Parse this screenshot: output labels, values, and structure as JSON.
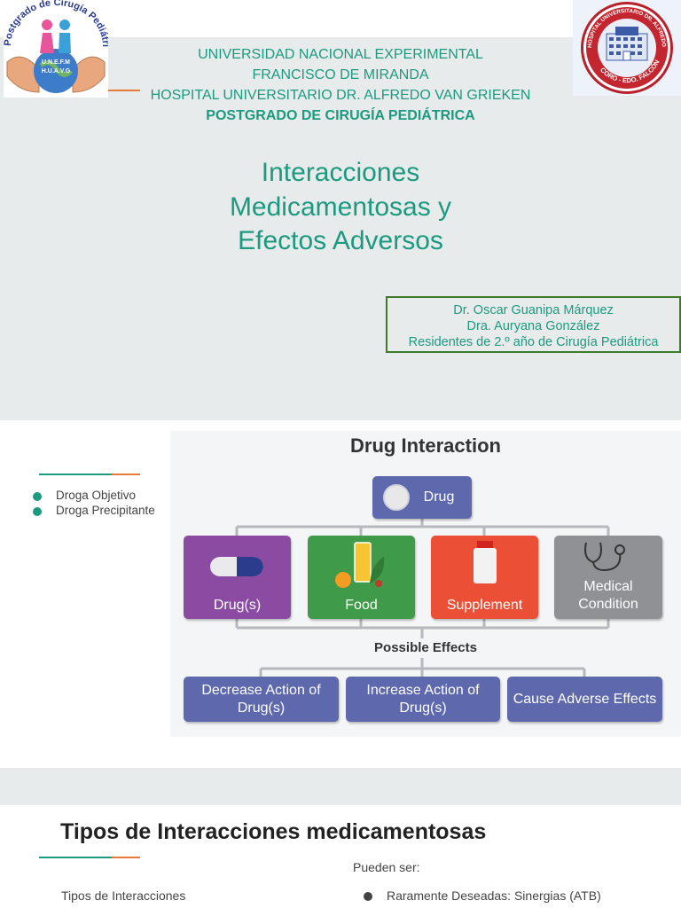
{
  "slide1": {
    "logo_left": {
      "arc_text": "Postgrado de Cirugía Pediátrica",
      "line1": "U.N.E.F.M",
      "line2": "H.U.A.V.G"
    },
    "logo_right": {
      "ring_text": "HOSPITAL UNIVERSITARIO DR. ALFREDO VAN GRIEKEN",
      "bottom_text": "CORO - EDO. FALCÓN"
    },
    "header": {
      "line1": "UNIVERSIDAD NACIONAL EXPERIMENTAL",
      "line2": "FRANCISCO DE MIRANDA",
      "line3": "HOSPITAL UNIVERSITARIO DR. ALFREDO VAN GRIEKEN",
      "line4": "POSTGRADO DE CIRUGÍA PEDIÁTRICA"
    },
    "title": {
      "line1": "Interacciones",
      "line2": "Medicamentosas y",
      "line3": "Efectos Adversos"
    },
    "authors": {
      "line1": "Dr. Oscar Guanipa Márquez",
      "line2": "Dra. Auryana González",
      "line3": "Residentes de 2.º año de Cirugía Pediátrica"
    }
  },
  "slide2": {
    "bullets": [
      "Droga Objetivo",
      "Droga Precipitante"
    ],
    "diagram": {
      "title": "Drug Interaction",
      "top": "Drug",
      "categories": [
        "Drug(s)",
        "Food",
        "Supplement",
        "Medical Condition"
      ],
      "possible_effects": "Possible Effects",
      "effects": [
        "Decrease Action of Drug(s)",
        "Increase Action of Drug(s)",
        "Cause Adverse Effects"
      ]
    }
  },
  "slide3": {
    "title": "Tipos de Interacciones medicamentosas",
    "left_text": "Tipos de Interacciones",
    "right_label": "Pueden ser:",
    "bullet1": "Raramente Deseadas: Sinergias (ATB)"
  },
  "colors": {
    "teal": "#1c9a80",
    "orange": "#e7793a",
    "slate_blue": "#5e68ad",
    "purple": "#8c4ba3",
    "green": "#3f9a4a",
    "red": "#eb4f35",
    "gray": "#8f9194"
  }
}
